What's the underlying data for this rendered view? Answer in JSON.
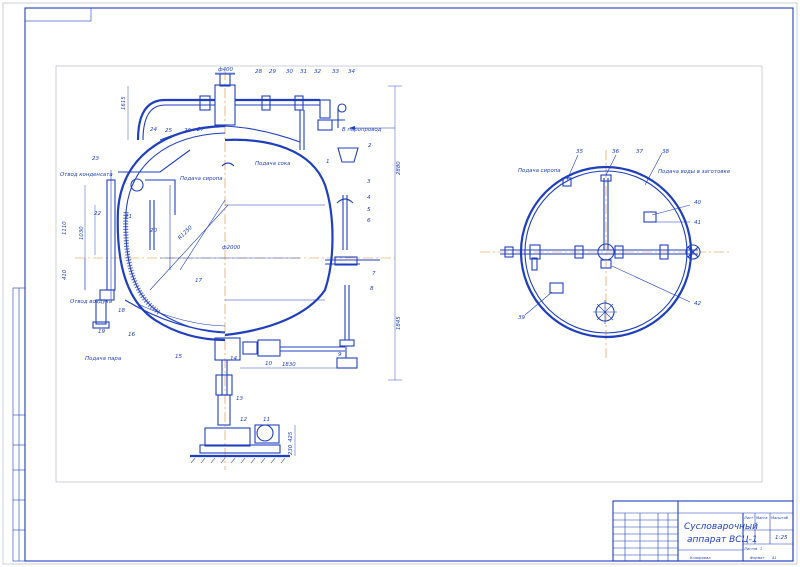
{
  "annotations": {
    "steam_out": "В паропровод",
    "condensate_out": "Отвод конденсата",
    "air_out": "Отвод воздуха",
    "steam_in": "Подача пара",
    "syrup_in": "Подача сиропа",
    "syrup_in_plan": "Подача сиропа",
    "water_in_plan": "Подача воды в заготовке",
    "juice_in": "Подача сока"
  },
  "dimensions": {
    "d_top": "ф400",
    "d_vessel": "ф2000",
    "radius": "R1250",
    "h_1615": "1615",
    "h_1110": "1110",
    "h_1030": "1030",
    "h_410": "410",
    "h_2880": "2880",
    "h_1845": "1845",
    "w_1830": "1830",
    "h_425": "425",
    "h_230": "230"
  },
  "callouts": {
    "n1": "1",
    "n2": "2",
    "n3": "3",
    "n4": "4",
    "n5": "5",
    "n6": "6",
    "n7": "7",
    "n8": "8",
    "n9": "9",
    "n10": "10",
    "n11": "11",
    "n12": "12",
    "n13": "13",
    "n14": "14",
    "n15": "15",
    "n16": "16",
    "n17": "17",
    "n18": "18",
    "n19": "19",
    "n20": "20",
    "n21": "21",
    "n22": "22",
    "n23": "23",
    "n24": "24",
    "n25": "25",
    "n26": "26",
    "n27": "27",
    "n28": "28",
    "n29": "29",
    "n30": "30",
    "n31": "31",
    "n32": "32",
    "n33": "33",
    "n34": "34",
    "n35": "35",
    "n36": "36",
    "n37": "37",
    "n38": "38",
    "n39": "39",
    "n40": "40",
    "n41": "41",
    "n42": "42"
  },
  "title_block": {
    "title_line1": "Сусловарочный",
    "title_line2": "аппарат ВСЦ-1",
    "sheet_label": "Лист",
    "sheets_label": "Листов",
    "stamp_label": "Масса",
    "scale_label": "Масштаб",
    "scale_value": "1:25",
    "sheet_no": "1",
    "format_label": "Формат",
    "format_value": "А1",
    "copy_label": "Копировал"
  }
}
